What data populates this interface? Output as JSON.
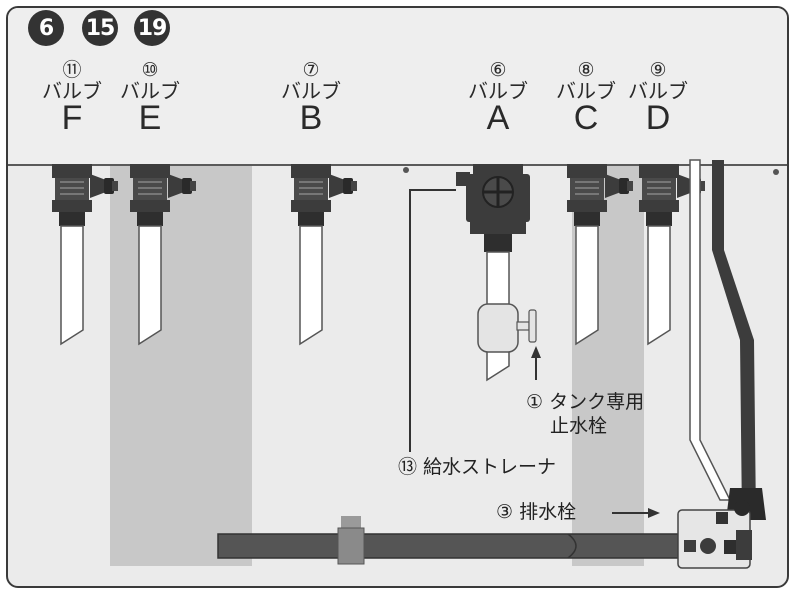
{
  "badges": [
    "6",
    "15",
    "19"
  ],
  "valves": [
    {
      "num": "⑪",
      "label": "バルブ",
      "letter": "F"
    },
    {
      "num": "⑩",
      "label": "バルブ",
      "letter": "E"
    },
    {
      "num": "⑦",
      "label": "バルブ",
      "letter": "B"
    },
    {
      "num": "⑥",
      "label": "バルブ",
      "letter": "A"
    },
    {
      "num": "⑧",
      "label": "バルブ",
      "letter": "C"
    },
    {
      "num": "⑨",
      "label": "バルブ",
      "letter": "D"
    }
  ],
  "callouts": {
    "tank_stop": {
      "line1": "① タンク専用",
      "line2": "止水栓"
    },
    "strainer": "⑬ 給水ストレーナ",
    "drain": "③ 排水栓"
  },
  "colors": {
    "outline": "#3a3a3a",
    "panel": "#eeeeee",
    "band": "#c8c8c8",
    "valve_body": "#3c3c3c",
    "badge": "#333333"
  }
}
